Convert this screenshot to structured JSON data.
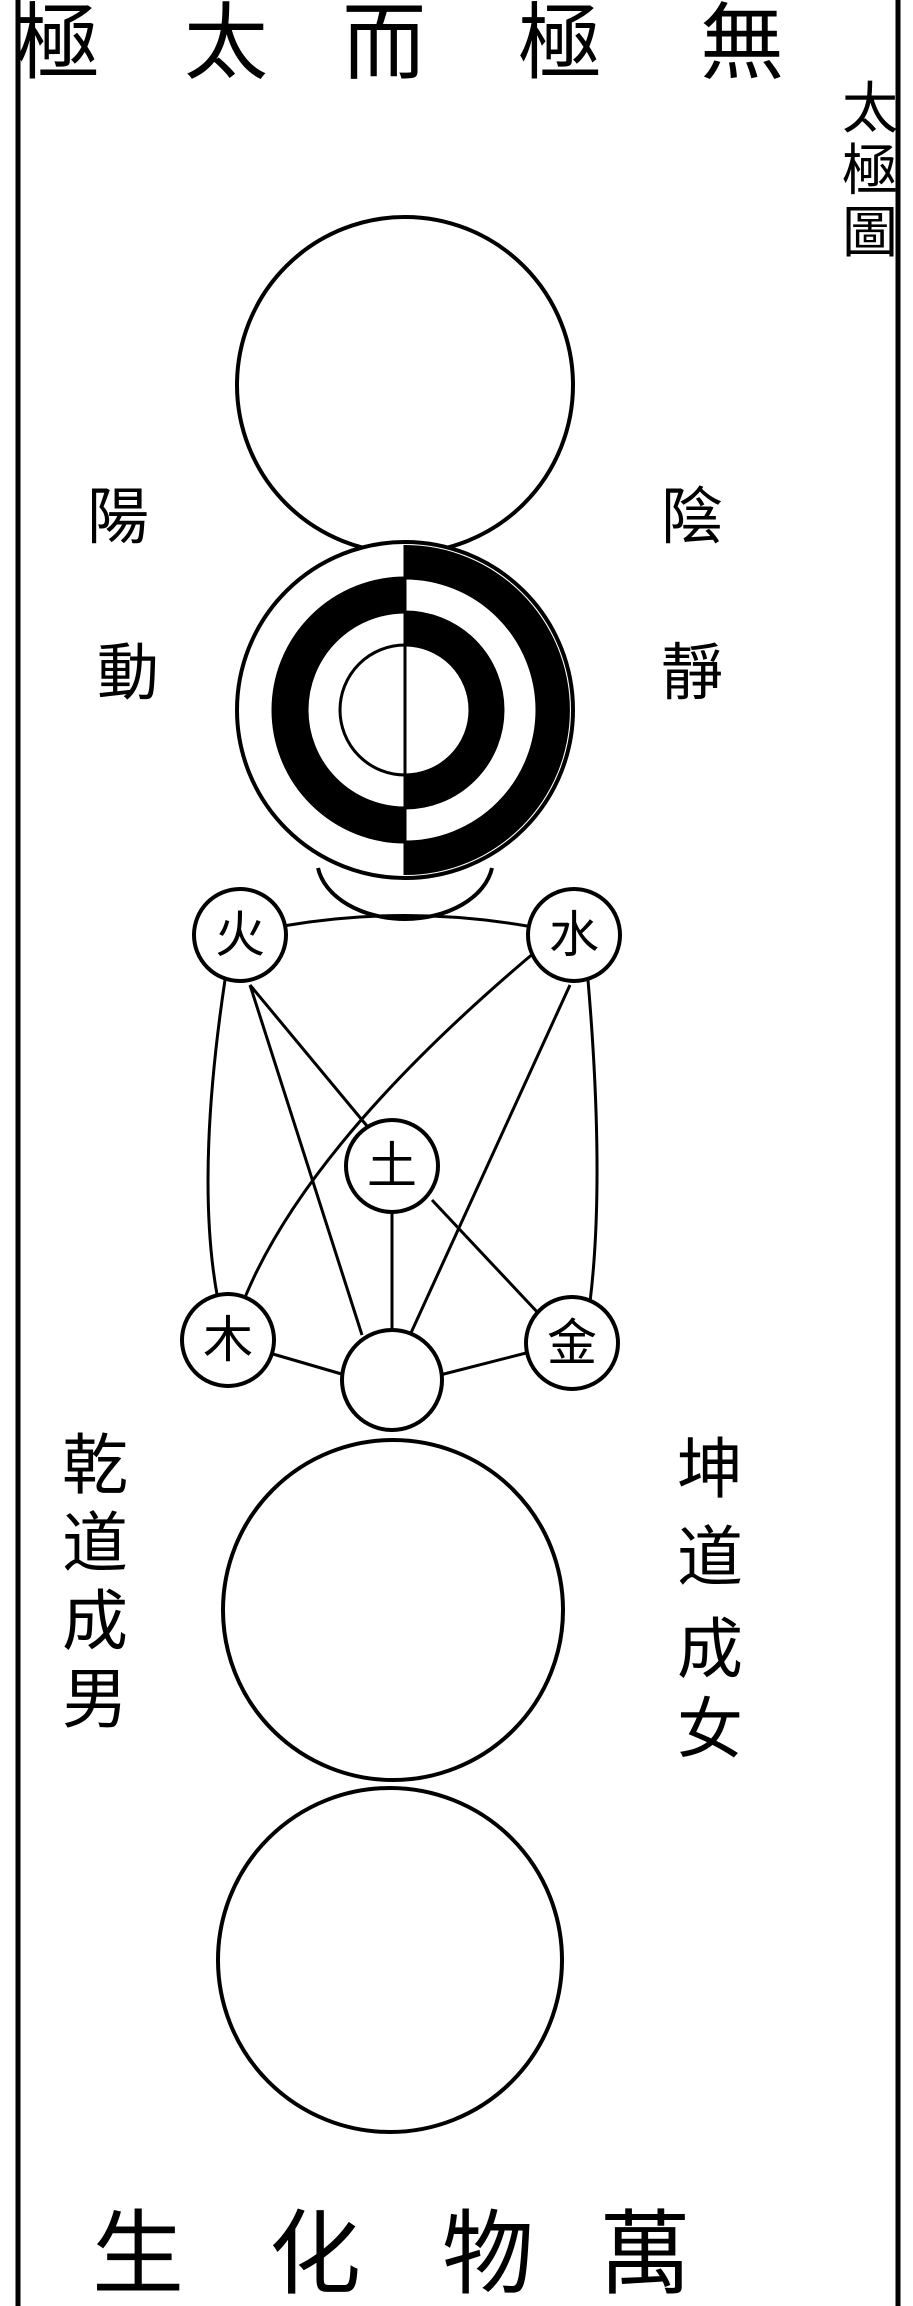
{
  "title": {
    "chars": [
      "極",
      "太",
      "而",
      "極",
      "無"
    ]
  },
  "side_label": {
    "chars": [
      "太",
      "極",
      "圖"
    ]
  },
  "yang_label": {
    "chars": [
      "陽",
      "動"
    ]
  },
  "yin_label": {
    "chars": [
      "陰",
      "靜"
    ]
  },
  "elements": {
    "fire": "火",
    "water": "水",
    "earth": "土",
    "wood": "木",
    "metal": "金"
  },
  "qian_label": {
    "chars": [
      "乾",
      "道",
      "成",
      "男"
    ]
  },
  "kun_label": {
    "chars": [
      "坤",
      "道",
      "成",
      "女"
    ]
  },
  "bottom": {
    "chars": [
      "生",
      "化",
      "物",
      "萬"
    ]
  }
}
